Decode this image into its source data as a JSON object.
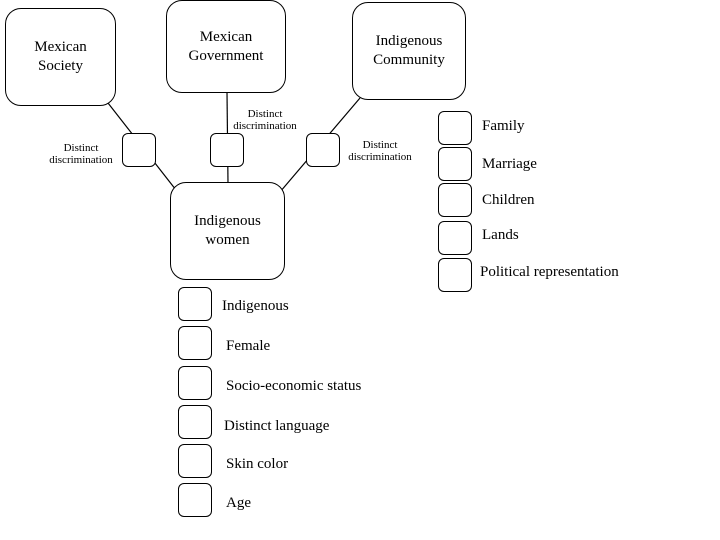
{
  "nodes": {
    "society": "Mexican\nSociety",
    "government": "Mexican\nGovernment",
    "community": "Indigenous\nCommunity",
    "women": "Indigenous\nwomen"
  },
  "edge_label": "Distinct\ndiscrimination",
  "community_factors": [
    "Family",
    "Marriage",
    "Children",
    "Lands",
    "Political representation"
  ],
  "identity_factors": [
    "Indigenous",
    "Female",
    "Socio-economic status",
    "Distinct language",
    "Skin color",
    "Age"
  ],
  "colors": {
    "stroke": "#000000",
    "fill": "#ffffff"
  }
}
